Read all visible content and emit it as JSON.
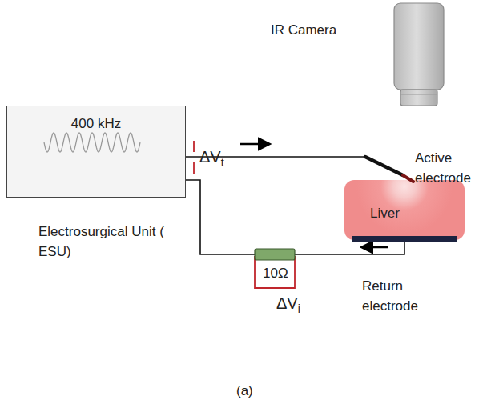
{
  "diagram": {
    "caption": "(a)",
    "nodes": [
      {
        "text": [
          "400 kHz"
        ]
      },
      {
        "text": [
          "Liver"
        ]
      }
    ],
    "edges": [
      {
        "from": 0,
        "to": 1,
        "arrow": "none"
      },
      {
        "from": 1,
        "to": 0,
        "arrow": "none"
      }
    ],
    "labels": [
      "IR Camera",
      "Active electrode",
      "ΔVt",
      "Electrosurgical Unit ( ESU)",
      "10Ω",
      "ΔVi",
      "Return electrode"
    ]
  }
}
